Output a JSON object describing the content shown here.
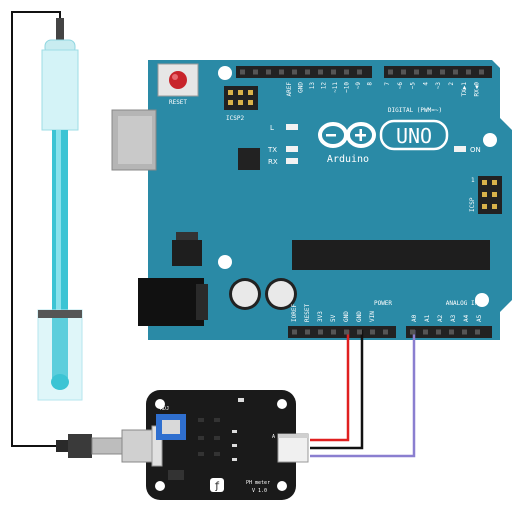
{
  "arduino": {
    "reset_label": "RESET",
    "icsp2_label": "ICSP2",
    "icsp_label": "ICSP",
    "icsp_pin1": "1",
    "led_l": "L",
    "led_tx": "TX",
    "led_rx": "RX",
    "led_on": "ON",
    "brand": "Arduino",
    "model": "UNO",
    "digital_label": "DIGITAL (PWM=~)",
    "power_label": "POWER",
    "analog_label": "ANALOG IN",
    "digital_pins_left": [
      "AREF",
      "GND",
      "13",
      "12",
      "~11",
      "~10",
      "~9",
      "8"
    ],
    "digital_pins_right": [
      "7",
      "~6",
      "~5",
      "4",
      "~3",
      "2",
      "TX▶1",
      "RX◀0"
    ],
    "power_pins": [
      "IOREF",
      "RESET",
      "3V3",
      "5V",
      "GND",
      "GND",
      "VIN"
    ],
    "analog_pins": [
      "A0",
      "A1",
      "A2",
      "A3",
      "A4",
      "A5"
    ]
  },
  "ph_board": {
    "adj_label": "ADJ",
    "name_label": "PH meter",
    "version_label": "V 1.0",
    "connector_label": "A"
  },
  "colors": {
    "board": "#2a8aa6",
    "wire_red": "#e02020",
    "wire_black": "#111111",
    "wire_signal": "#8a7fd0",
    "probe": "#3cc4d4"
  }
}
